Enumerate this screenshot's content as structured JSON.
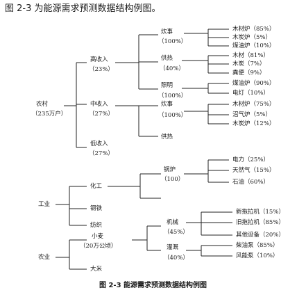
{
  "title": "图 2-3 为能源需求预测数据结构例图。",
  "caption": "图 2-3    能源需求预测数据结构例图",
  "nodes": {
    "rural": {
      "label": "农村",
      "value": "（235万户）"
    },
    "high_income": {
      "label": "高收入",
      "value": "（23%）"
    },
    "mid_income": {
      "label": "中收入",
      "value": "（27%）"
    },
    "low_income": {
      "label": "低收入",
      "value": "（27%）"
    },
    "cooking_high": {
      "label": "炊事",
      "value": "（100%）"
    },
    "heating_high": {
      "label": "供热",
      "value": "（40%）"
    },
    "lighting_high": {
      "label": "照明",
      "value": "（100%）"
    },
    "cooking_mid": {
      "label": "炊事",
      "value": "（100%）"
    },
    "heating_mid": {
      "label": "供热"
    },
    "industry": {
      "label": "工业"
    },
    "chemical": {
      "label": "化工"
    },
    "steel": {
      "label": "钢铁"
    },
    "textile": {
      "label": "纺织"
    },
    "boiler": {
      "label": "锅炉",
      "value": "（100）"
    },
    "agriculture": {
      "label": "农业"
    },
    "wheat": {
      "label": "小麦",
      "value": "（20万公顷）"
    },
    "rice": {
      "label": "大米"
    },
    "machinery": {
      "label": "机械",
      "value": "（45%）"
    },
    "irrigation": {
      "label": "灌溉",
      "value": "（40%）"
    }
  },
  "leaves": [
    "木材炉（85%）",
    "木炭炉（5%）",
    "煤油炉（10%）",
    "木材（81%）",
    "木炭（7%）",
    "粪便（9%）",
    "煤油炉（90%）",
    "电灯（10%）",
    "木材炉（75%）",
    "沼气炉（5%）",
    "木炭炉（12%）",
    "电力（25%）",
    "天然气（15%）",
    "石油（60%）",
    "新拖拉机（15%）",
    "旧拖拉机（85%）",
    "其他设备（20%）",
    "柴油泵（85%）",
    "风能泵（10%）"
  ]
}
